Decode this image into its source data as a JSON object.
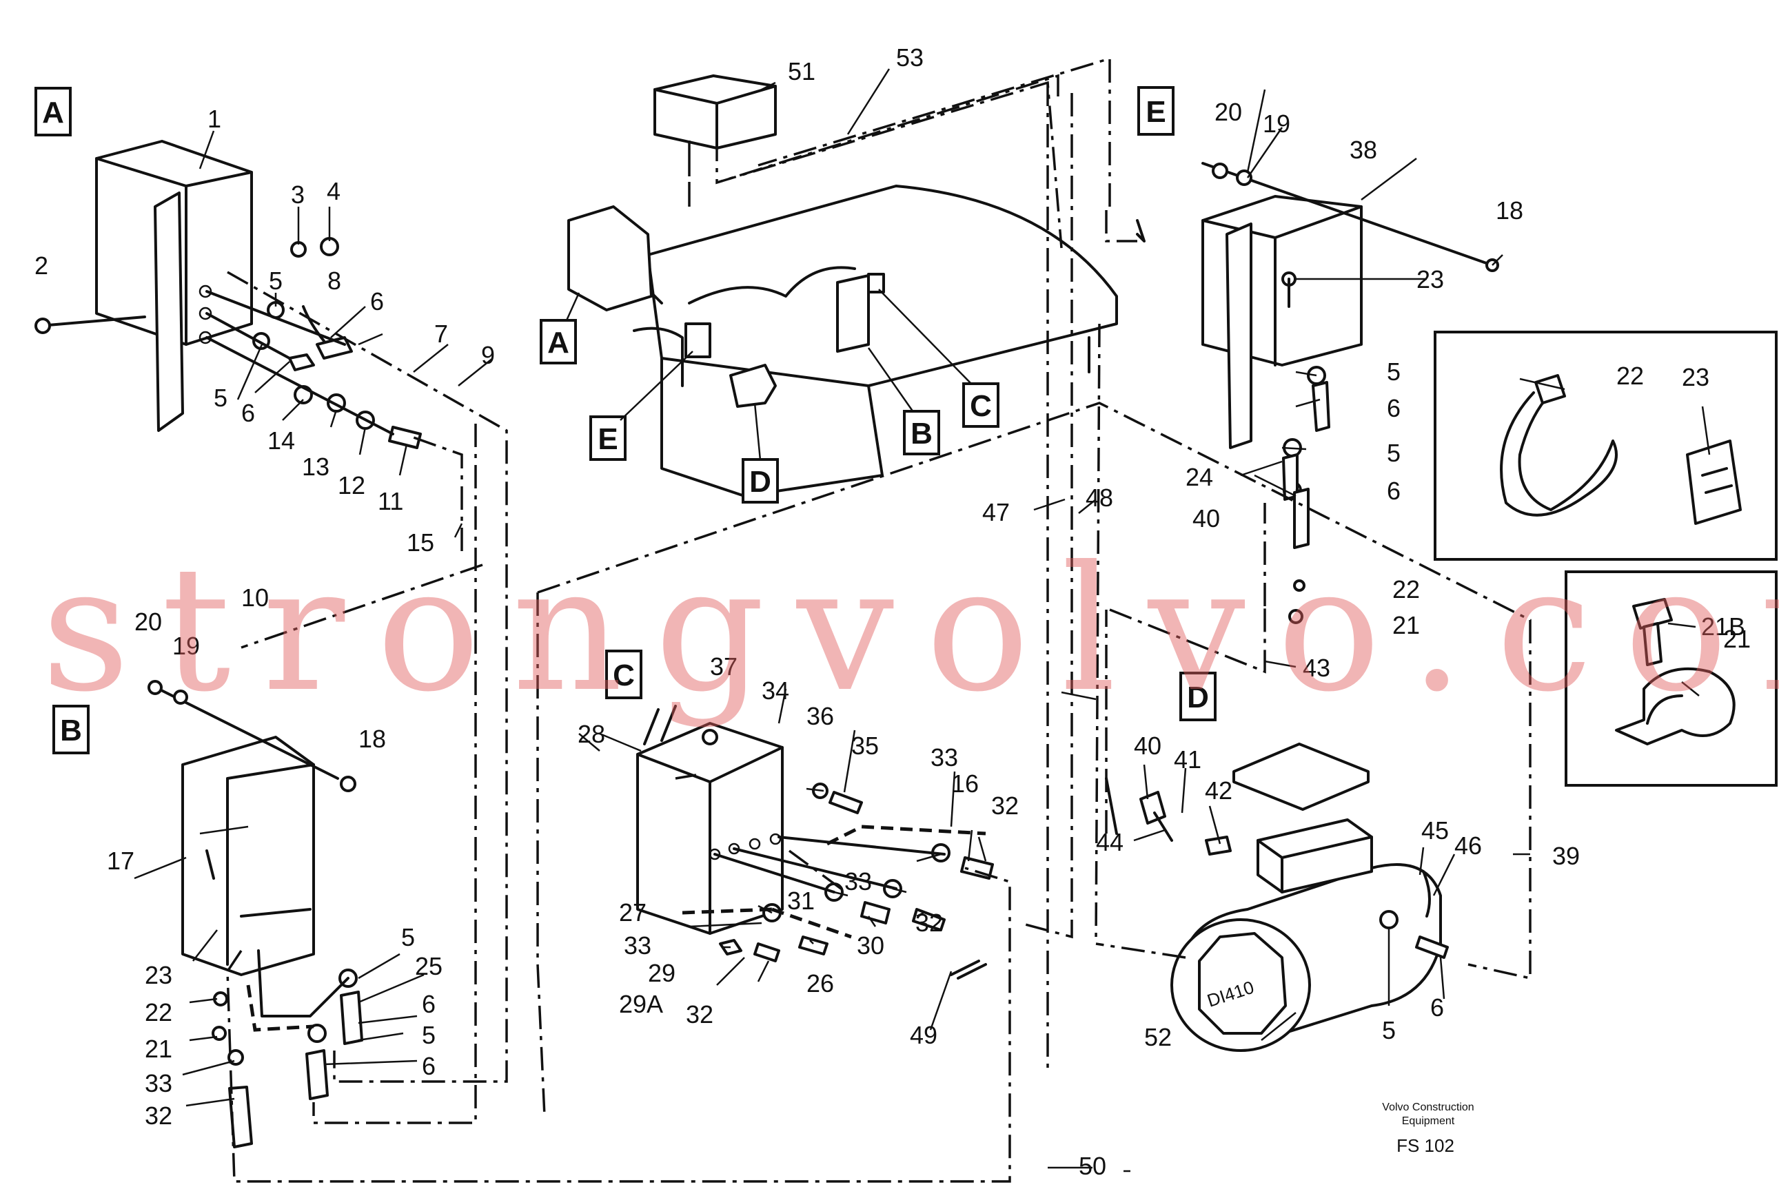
{
  "watermark": "strongvolvo.com",
  "footer": {
    "company_line1": "Volvo Construction",
    "company_line2": "Equipment",
    "code": "FS 102"
  },
  "view_labels": [
    "A",
    "B",
    "C",
    "D",
    "E"
  ],
  "location_labels": [
    "A",
    "B",
    "C",
    "D",
    "E"
  ],
  "stamp_text": "DI410",
  "part_numbers": {
    "n1": "1",
    "n2": "2",
    "n3": "3",
    "n4": "4",
    "n5a": "5",
    "n5b": "5",
    "n6a": "6",
    "n6b": "6",
    "n7": "7",
    "n8": "8",
    "n9": "9",
    "n10": "10",
    "n11": "11",
    "n12": "12",
    "n13": "13",
    "n14": "14",
    "n15": "15",
    "n16": "16",
    "n17": "17",
    "n18a": "18",
    "n18b": "18",
    "n19a": "19",
    "n19b": "19",
    "n20a": "20",
    "n20b": "20",
    "n21a": "21",
    "n21b": "21",
    "n21c": "21",
    "n21B": "21B",
    "n22a": "22",
    "n22b": "22",
    "n22c": "22",
    "n23a": "23",
    "n23b": "23",
    "n23c": "23",
    "n24": "24",
    "n25": "25",
    "n26": "26",
    "n27": "27",
    "n28": "28",
    "n29": "29",
    "n29A": "29A",
    "n30": "30",
    "n31": "31",
    "n32a": "32",
    "n32b": "32",
    "n32c": "32",
    "n32d": "32",
    "n33a": "33",
    "n33b": "33",
    "n33c": "33",
    "n33d": "33",
    "n34": "34",
    "n35": "35",
    "n36": "36",
    "n37": "37",
    "n39": "39",
    "n40a": "40",
    "n40b": "40",
    "n41": "41",
    "n42": "42",
    "n43": "43",
    "n44": "44",
    "n45": "45",
    "n46": "46",
    "n47": "47",
    "n48": "48",
    "n49": "49",
    "n50": "50",
    "n51": "51",
    "n52": "52",
    "n53": "53",
    "n38": "38",
    "n5c": "5",
    "n5d": "5",
    "n5e": "5",
    "n5f": "5",
    "n5g": "5",
    "n6c": "6",
    "n6d": "6",
    "n6e": "6",
    "n6f": "6",
    "n6g": "6"
  }
}
